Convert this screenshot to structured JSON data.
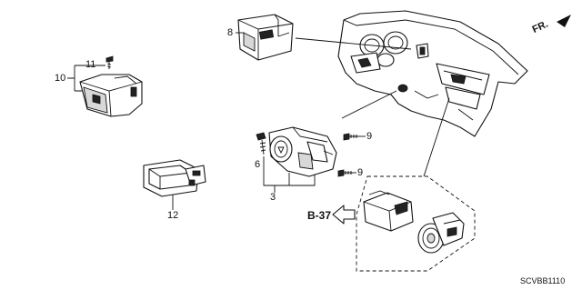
{
  "diagram": {
    "callouts": {
      "c3": "3",
      "c6": "6",
      "c8": "8",
      "c9a": "9",
      "c9b": "9",
      "c10": "10",
      "c11": "11",
      "c12": "12"
    },
    "reference": "B-37",
    "direction": "FR.",
    "code": "SCVBB1110"
  }
}
